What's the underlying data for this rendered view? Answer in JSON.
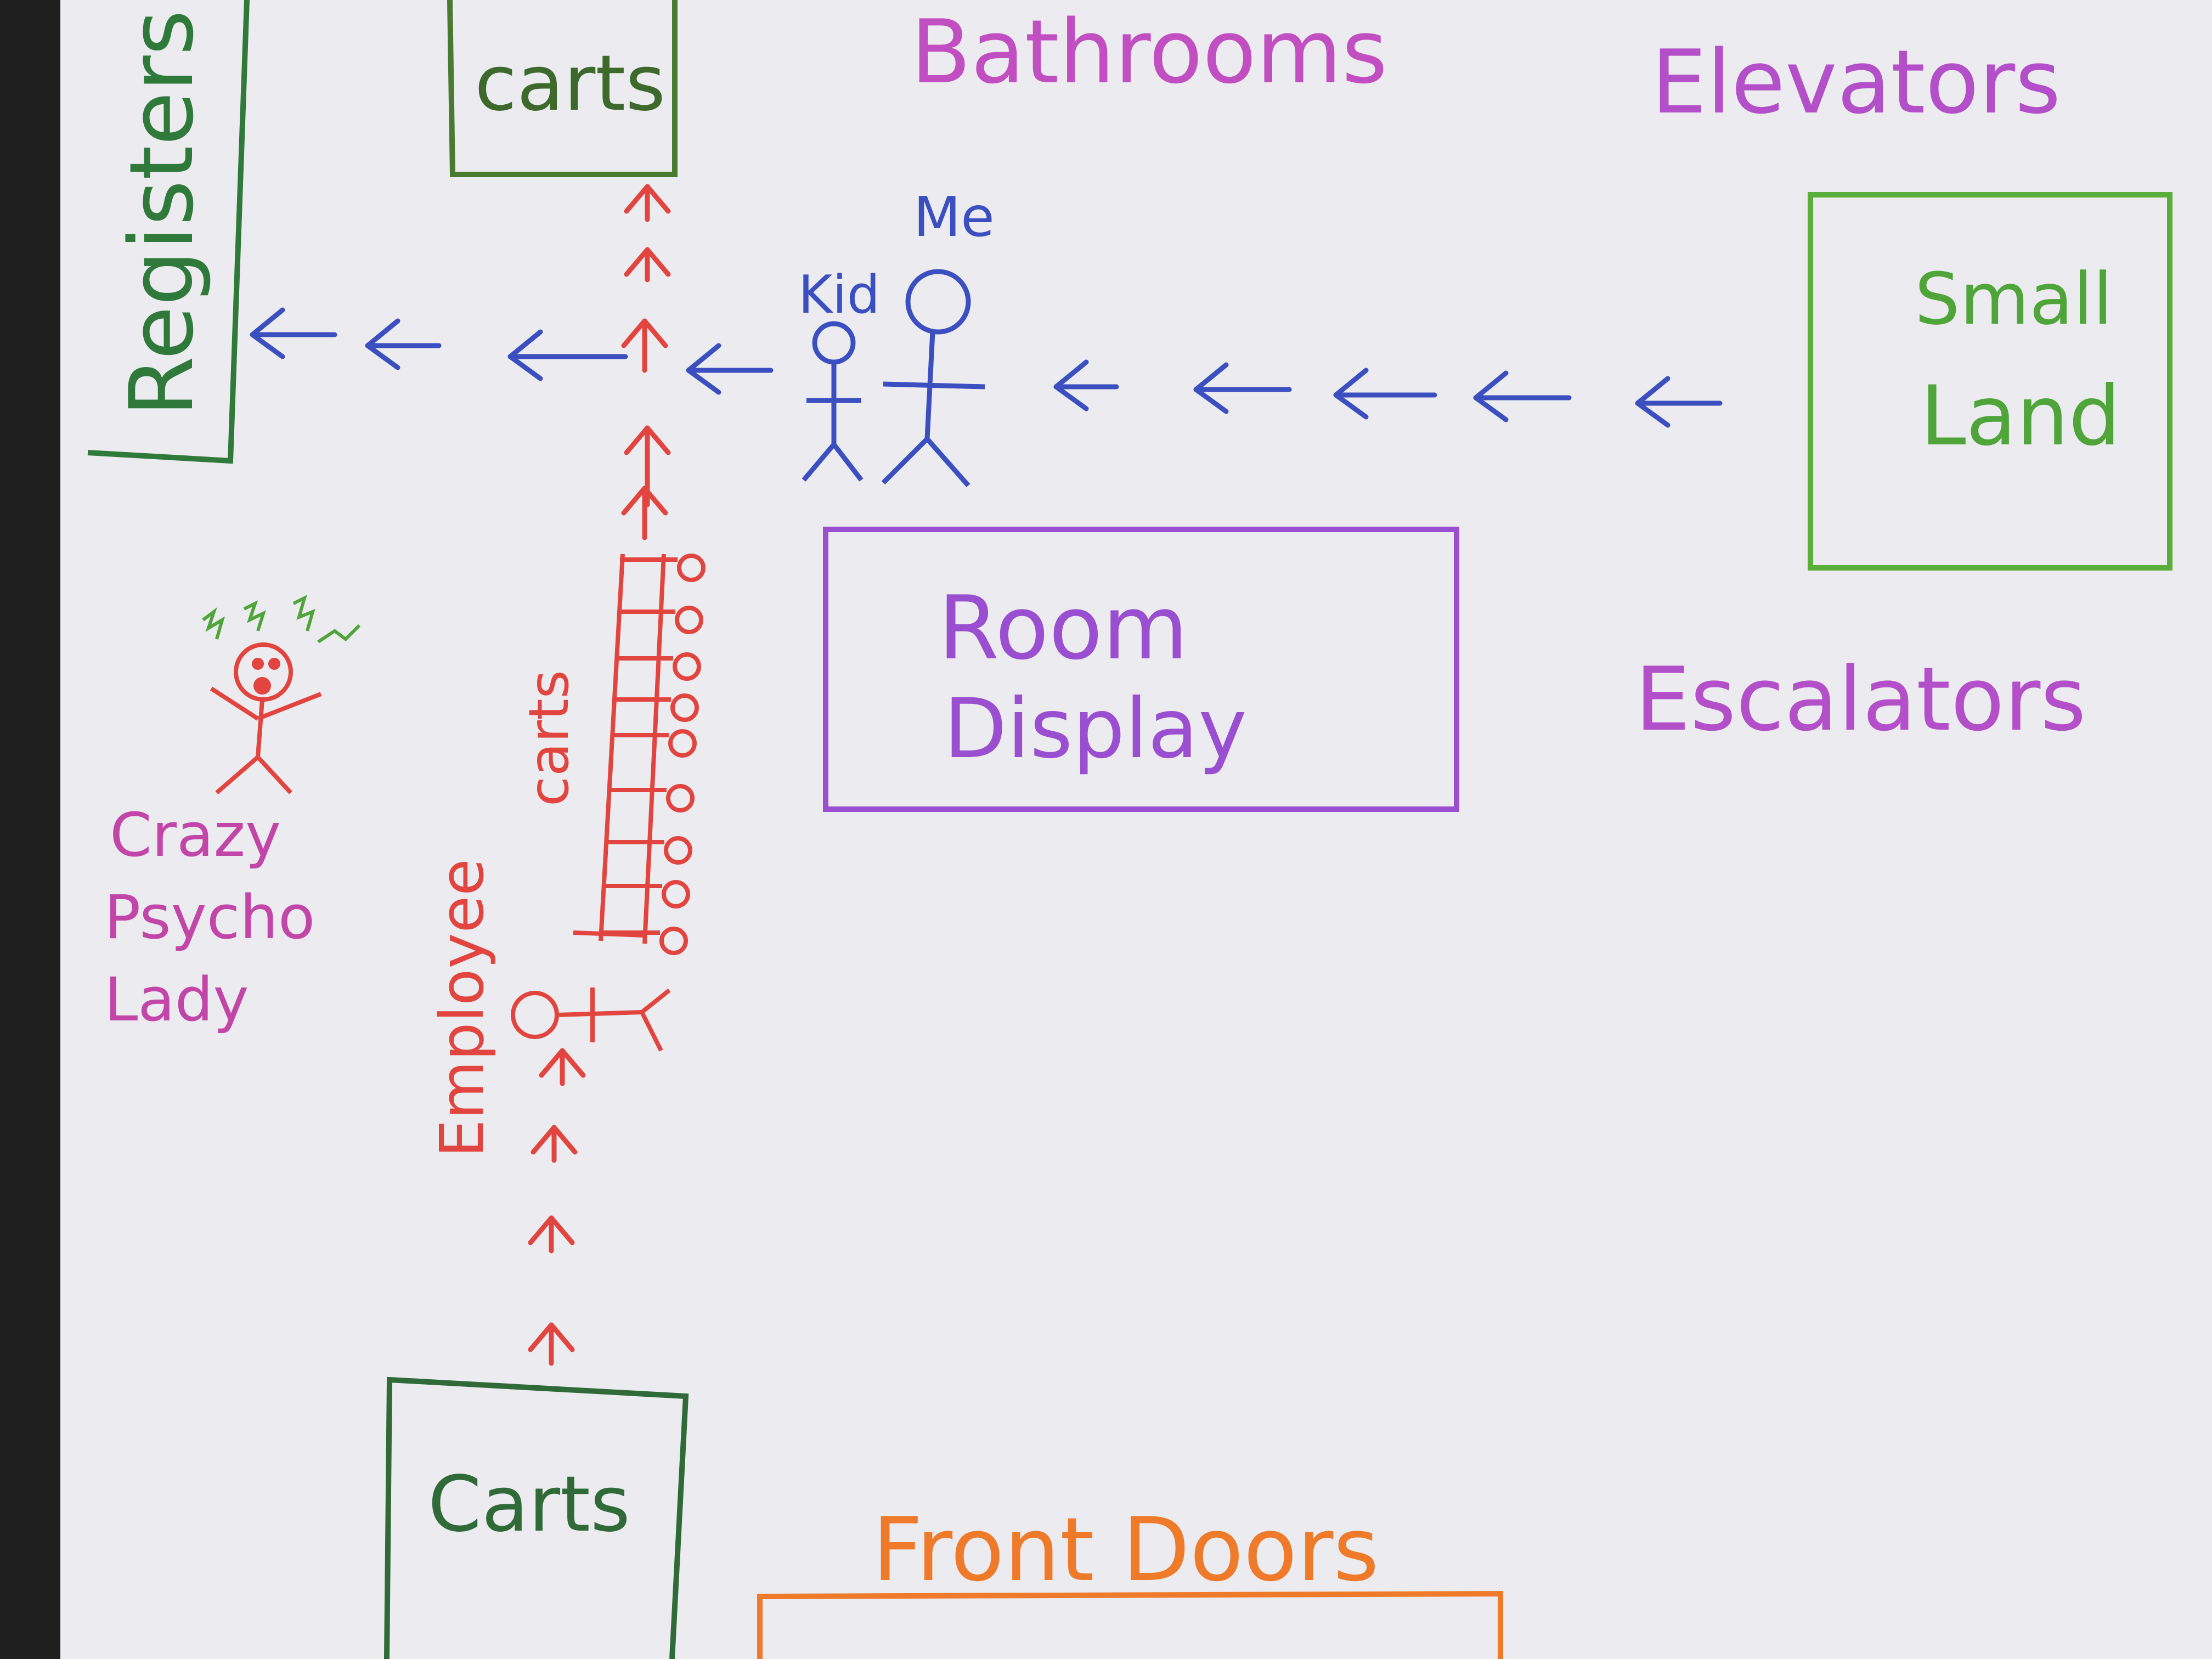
{
  "labels": {
    "registers": "Registers",
    "carts_top": "carts",
    "bathrooms": "Bathrooms",
    "elevators": "Elevators",
    "kid": "Kid",
    "me": "Me",
    "small_land_line1": "Small",
    "small_land_line2": "Land",
    "room_display_line1": "Room",
    "room_display_line2": "Display",
    "escalators": "Escalators",
    "crazy_lady_line1": "Crazy",
    "crazy_lady_line2": "Psycho",
    "crazy_lady_line3": "Lady",
    "carts_stack": "carts",
    "employee": "Employee",
    "carts_bottom": "Carts",
    "front_doors": "Front Doors"
  },
  "colors": {
    "paper": "#ecebef",
    "dark_green": "#2f7a3a",
    "light_green": "#4fa53a",
    "magenta": "#b34fc8",
    "purple": "#9a4fd0",
    "blue": "#3b4fc0",
    "red": "#e2453f",
    "orange": "#ee7a2a",
    "pink": "#c246a8"
  },
  "icons": {
    "stick_figure": "stick-figure-icon",
    "arrow_left": "arrow-left-icon",
    "arrow_up": "arrow-up-icon"
  }
}
